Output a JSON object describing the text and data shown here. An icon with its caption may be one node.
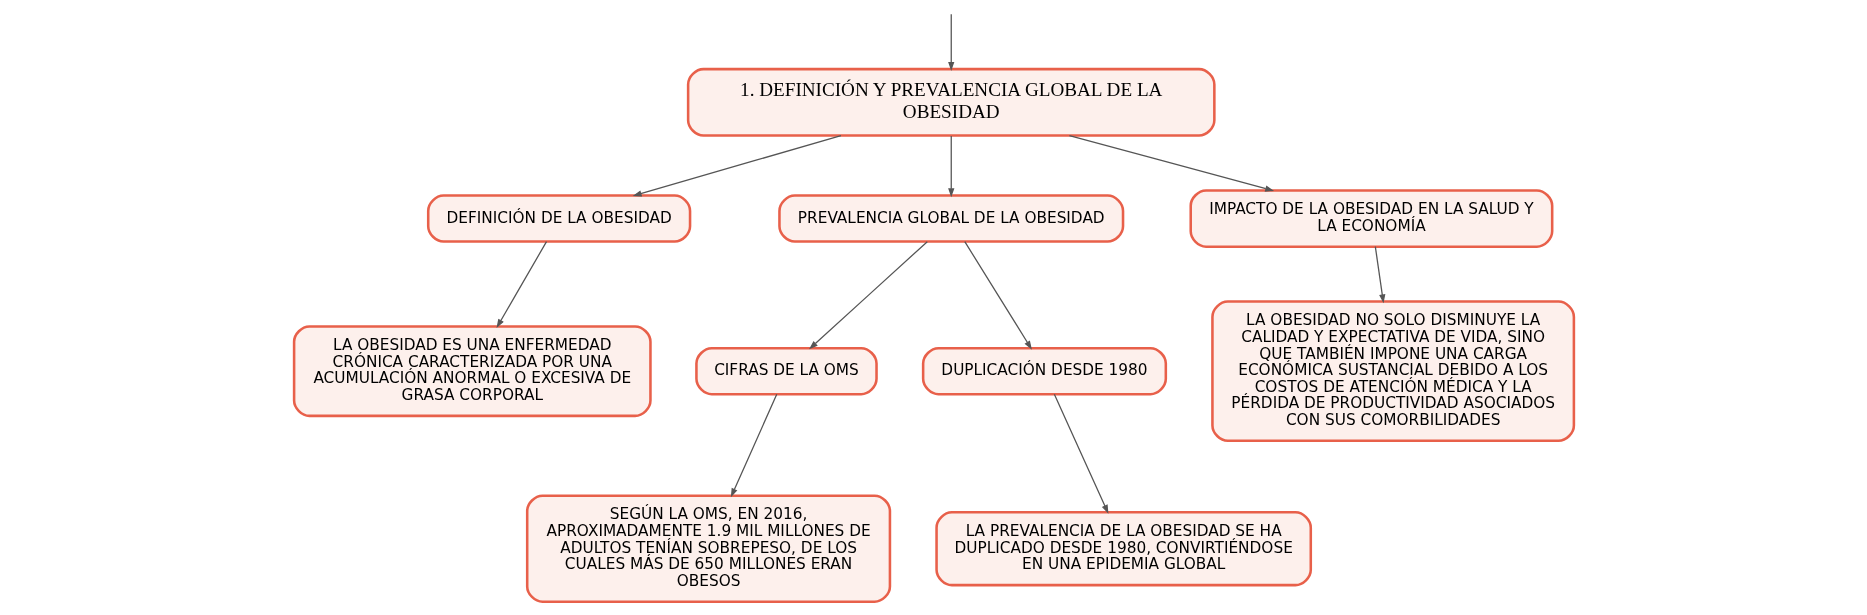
{
  "diagram": {
    "nodes": [
      {
        "text": [
          "1. DEFINICIÓN Y PREVALENCIA GLOBAL DE LA OBESIDAD"
        ]
      },
      {
        "text": [
          "DEFINICIÓN DE LA OBESIDAD"
        ]
      },
      {
        "text": [
          "PREVALENCIA GLOBAL DE LA OBESIDAD"
        ]
      },
      {
        "text": [
          "IMPACTO DE LA OBESIDAD EN LA SALUD Y LA ECONOMÍA"
        ]
      },
      {
        "text": [
          "LA OBESIDAD ES UNA ENFERMEDAD CRÓNICA CARACTERIZADA POR UNA ACUMULACIÓN ANORMAL O EXCESIVA DE GRASA CORPORAL"
        ]
      },
      {
        "text": [
          "CIFRAS DE LA OMS"
        ]
      },
      {
        "text": [
          "DUPLICACIÓN DESDE 1980"
        ]
      },
      {
        "text": [
          "LA OBESIDAD NO SOLO DISMINUYE LA CALIDAD Y EXPECTATIVA DE VIDA, SINO QUE TAMBIÉN IMPONE UNA CARGA ECONÓMICA SUSTANCIAL DEBIDO A LOS COSTOS DE ATENCIÓN MÉDICA Y LA PÉRDIDA DE PRODUCTIVIDAD ASOCIADOS CON SUS COMORBILIDADES"
        ]
      },
      {
        "text": [
          "SEGÚN LA OMS, EN 2016, APROXIMADAMENTE 1.9 MIL MILLONES DE ADULTOS TENÍAN SOBREPESO, DE LOS CUALES MÁS DE 650 MILLONES ERAN OBESOS"
        ]
      },
      {
        "text": [
          "LA PREVALENCIA DE LA OBESIDAD SE HA DUPLICADO DESDE 1980, CONVIRTIÉNDOSE EN UNA EPIDEMIA GLOBAL"
        ]
      }
    ],
    "edges": [
      {
        "from": null,
        "to": 0,
        "arrow": "to"
      },
      {
        "from": 0,
        "to": 1,
        "arrow": "to"
      },
      {
        "from": 0,
        "to": 2,
        "arrow": "to"
      },
      {
        "from": 0,
        "to": 3,
        "arrow": "to"
      },
      {
        "from": 1,
        "to": 4,
        "arrow": "to"
      },
      {
        "from": 2,
        "to": 5,
        "arrow": "to"
      },
      {
        "from": 2,
        "to": 6,
        "arrow": "to"
      },
      {
        "from": 3,
        "to": 7,
        "arrow": "to"
      },
      {
        "from": 5,
        "to": 8,
        "arrow": "to"
      },
      {
        "from": 6,
        "to": 9,
        "arrow": "to"
      }
    ]
  }
}
